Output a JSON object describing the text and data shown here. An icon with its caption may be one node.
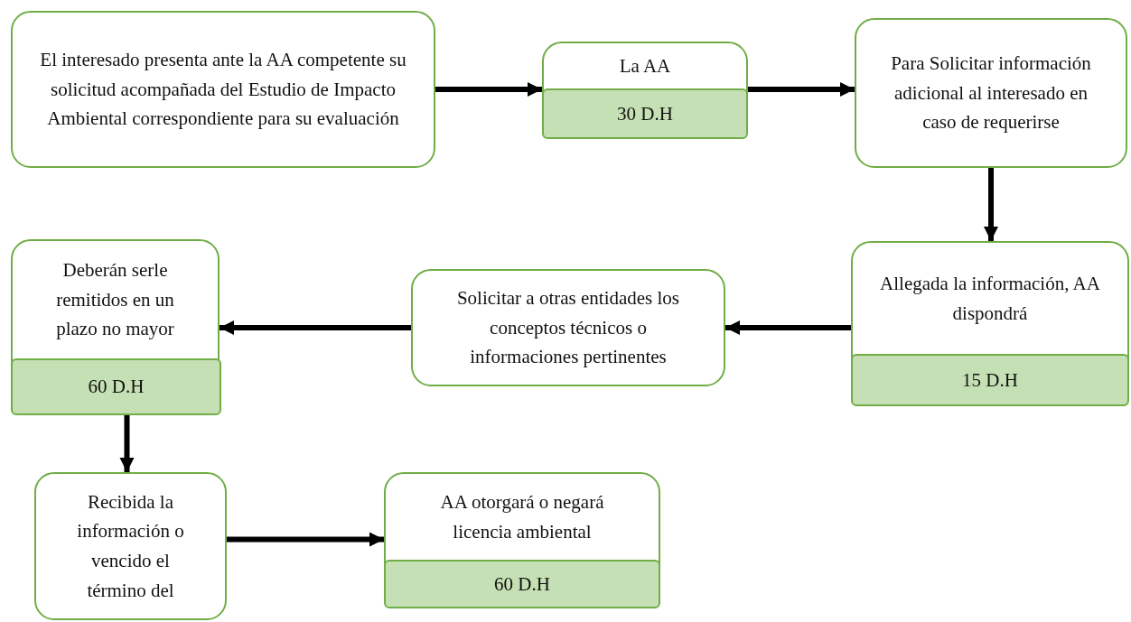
{
  "diagram": {
    "nodes": [
      {
        "text": [
          "El interesado presenta ante la AA competente su solicitud acompañada del Estudio de Impacto Ambiental correspondiente para su evaluación"
        ]
      },
      {
        "text": [
          "La AA"
        ]
      },
      {
        "text": [
          "30 D.H"
        ],
        "in": 1
      },
      {
        "text": [
          "Para Solicitar información adicional al interesado en caso de requerirse"
        ]
      },
      {
        "text": [
          "Allegada la información, AA dispondrá"
        ]
      },
      {
        "text": [
          "15 D.H"
        ],
        "in": 4
      },
      {
        "text": [
          "Solicitar a otras entidades los conceptos técnicos o informaciones pertinentes"
        ]
      },
      {
        "text": [
          "Deberán serle remitidos en un plazo no mayor"
        ]
      },
      {
        "text": [
          "60 D.H"
        ],
        "in": 7
      },
      {
        "text": [
          "Recibida la información o vencido el término del"
        ]
      },
      {
        "text": [
          "AA otorgará o negará licencia ambiental"
        ]
      },
      {
        "text": [
          "60 D.H"
        ],
        "in": 10
      }
    ],
    "edges": [
      {
        "from": 0,
        "to": 1,
        "arrow": "to"
      },
      {
        "from": 1,
        "to": 3,
        "arrow": "to"
      },
      {
        "from": 3,
        "to": 4,
        "arrow": "to"
      },
      {
        "from": 4,
        "to": 6,
        "arrow": "to"
      },
      {
        "from": 6,
        "to": 7,
        "arrow": "to"
      },
      {
        "from": 7,
        "to": 9,
        "arrow": "to"
      },
      {
        "from": 9,
        "to": 10,
        "arrow": "to"
      }
    ]
  }
}
